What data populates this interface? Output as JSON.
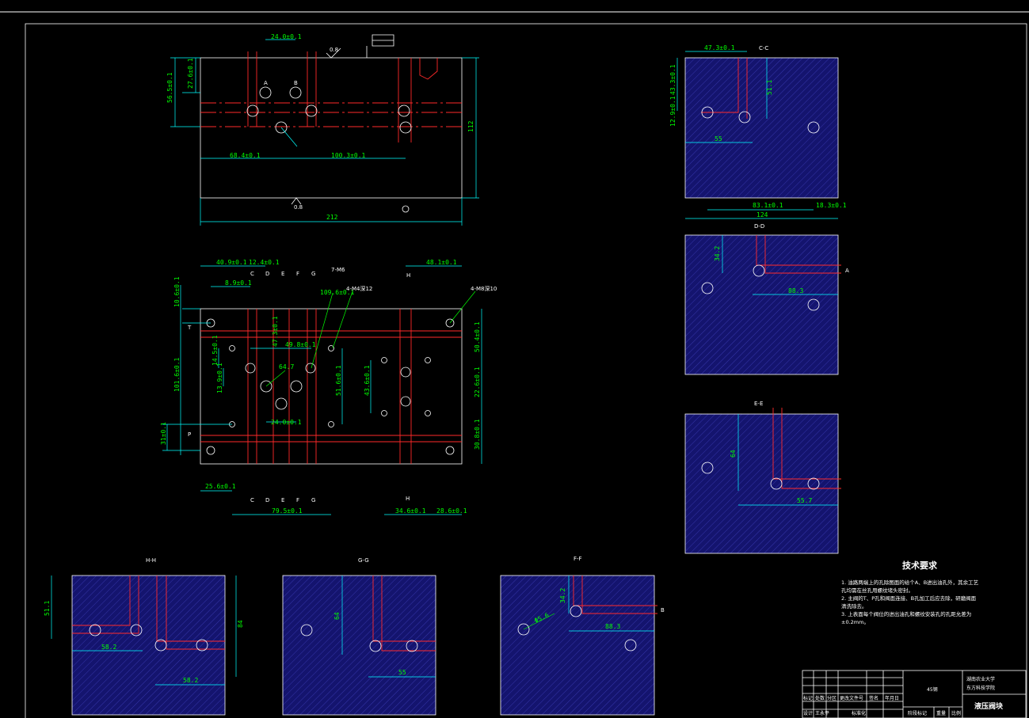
{
  "top_view": {
    "dims": [
      "24.0±0.1",
      "56.5±0.1",
      "27.6±0.1",
      "68.4±0.1",
      "100.3±0.1",
      "212",
      "112",
      "0.8",
      "0.8"
    ],
    "marks": [
      "A",
      "B"
    ]
  },
  "plan_view": {
    "dims": [
      "40.9±0.1",
      "12.4±0.1",
      "48.1±0.1",
      "8.9±0.1",
      "10.6±0.1",
      "14.5±0.1",
      "47.3±0.1",
      "49.8±0.1",
      "50.4±0.1",
      "13.9±0.1",
      "101.6±0.1",
      "51.6±0.1",
      "43.6±0.1",
      "22.6±0.1",
      "24.0±0.1",
      "31±0.1",
      "30.8±0.1",
      "25.6±0.1",
      "79.5±0.1",
      "34.6±0.1",
      "28.6±0.1",
      "109.6±0.1",
      "64.7"
    ],
    "callouts": [
      "7-M6",
      "4-M4深12",
      "4-M8深10"
    ],
    "letters": [
      "C",
      "D",
      "E",
      "F",
      "G",
      "H"
    ],
    "side_marks": [
      "T",
      "P"
    ]
  },
  "sections": {
    "cc": {
      "title": "C-C",
      "dims": [
        "47.3±0.1",
        "43.3±0.1",
        "51.1",
        "12.9±0.1",
        "55",
        "83.1±0.1",
        "18.3±0.1",
        "124"
      ]
    },
    "dd": {
      "title": "D-D",
      "dims": [
        "34.2",
        "88.3"
      ],
      "mark": "A"
    },
    "ee": {
      "title": "E-E",
      "dims": [
        "64",
        "55.7"
      ]
    },
    "hh": {
      "title": "H-H",
      "dims": [
        "51.1",
        "58.2",
        "58.2",
        "84"
      ]
    },
    "gg": {
      "title": "G-G",
      "dims": [
        "64",
        "55"
      ]
    },
    "ff": {
      "title": "F-F",
      "dims": [
        "34.2",
        "88.3",
        "Φ5.6"
      ],
      "mark": "B"
    }
  },
  "tech": {
    "title": "技术要求",
    "lines": [
      "1. 油路两端上的孔除图面的给个A、B进出油孔外，其余工艺",
      "孔均需在丝孔用螺纹堵头密封。",
      "2. 主阀的T、P孔和阀面连接、B孔加工后应去除，研磨阀面",
      "清洗除去。",
      "3. 上表面每个阀位的进出油孔和螺纹安装孔的孔距允差为",
      "±0.2mm。"
    ]
  },
  "title_block": {
    "material": "45钢",
    "school": "湖南农业大学",
    "college": "东方科技学院",
    "part": "液压阀块",
    "headers": [
      "标记",
      "处数",
      "分区",
      "更改文件号",
      "签名",
      "年月日"
    ],
    "row2": [
      "设计",
      "王永平",
      "标准化"
    ],
    "stage": [
      "阶段标记",
      "重量",
      "比例"
    ]
  },
  "colors": {
    "outline": "#ffffff",
    "center": "#ff2a2a",
    "dimension": "#00ffff",
    "text": "#00ff00",
    "section": "#14146e"
  }
}
